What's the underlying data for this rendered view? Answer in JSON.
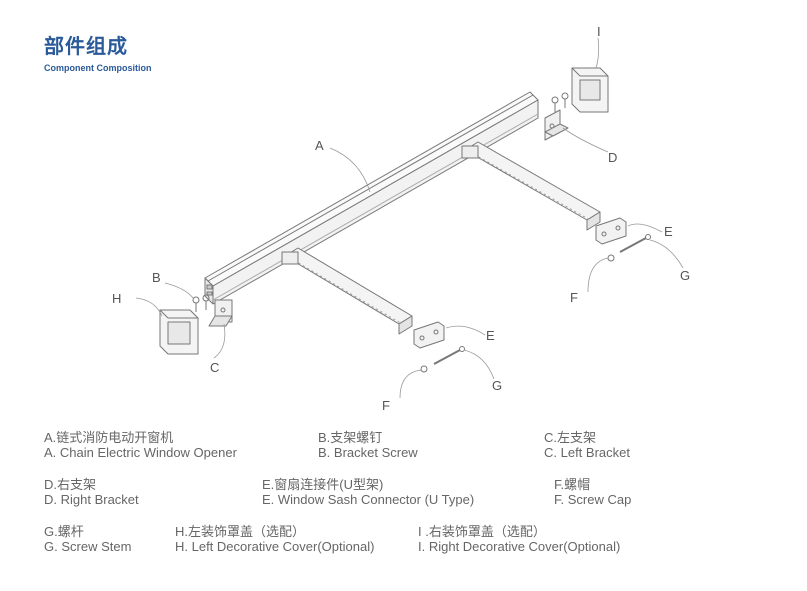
{
  "header": {
    "title": "部件组成",
    "subtitle": "Component Composition"
  },
  "callouts": {
    "A": "A",
    "B": "B",
    "C": "C",
    "D": "D",
    "E1": "E",
    "E2": "E",
    "F1": "F",
    "F2": "F",
    "G1": "G",
    "G2": "G",
    "H": "H",
    "I": "I"
  },
  "legend": [
    {
      "cn": "A.链式消防电动开窗机",
      "en": "A. Chain Electric Window Opener"
    },
    {
      "cn": "B.支架螺钉",
      "en": "B. Bracket Screw"
    },
    {
      "cn": "C.左支架",
      "en": "C. Left Bracket"
    },
    {
      "cn": "D.右支架",
      "en": "D. Right Bracket"
    },
    {
      "cn": "E.窗扇连接件(U型架)",
      "en": "E. Window Sash Connector (U Type)"
    },
    {
      "cn": "F.螺帽",
      "en": "F. Screw Cap"
    },
    {
      "cn": "G.螺杆",
      "en": "G. Screw Stem"
    },
    {
      "cn": "H.左装饰罩盖（选配）",
      "en": "H. Left Decorative Cover(Optional)"
    },
    {
      "cn": "I .右装饰罩盖（选配）",
      "en": "I. Right Decorative Cover(Optional)"
    }
  ]
}
